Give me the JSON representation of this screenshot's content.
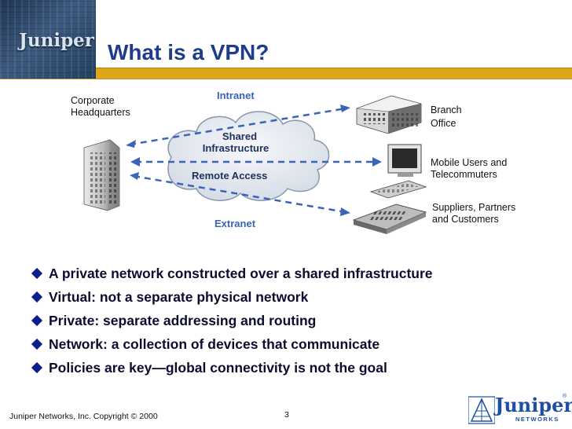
{
  "slide": {
    "title": "What is a VPN?",
    "logo_text": "Juniper",
    "page_number": "3",
    "footer": "Juniper Networks, Inc. Copyright © 2000"
  },
  "diagram": {
    "hq_label": [
      "Corporate",
      "Headquarters"
    ],
    "cloud_label_line1": "Shared",
    "cloud_label_line2": "Infrastructure",
    "cloud_sub_label": "Remote Access",
    "intranet_label": "Intranet",
    "extranet_label": "Extranet",
    "branch_label": [
      "Branch",
      "Office"
    ],
    "mobile_label": [
      "Mobile Users and",
      "Telecommuters"
    ],
    "suppliers_label": [
      "Suppliers, Partners",
      "and Customers"
    ],
    "colors": {
      "tunnel": "#3a64b8",
      "cloud": "#e6eaf1",
      "accent_rule": "#dca51a",
      "title": "#1f3c8a"
    }
  },
  "bullets": [
    "A private network constructed over a shared infrastructure",
    "Virtual: not a separate physical network",
    "Private: separate addressing and routing",
    "Network: a collection of devices that communicate",
    "Policies are key—global connectivity is not the goal"
  ],
  "footer_logo": {
    "word": "Juniper",
    "sub": "NETWORKS",
    "mark": "®"
  }
}
